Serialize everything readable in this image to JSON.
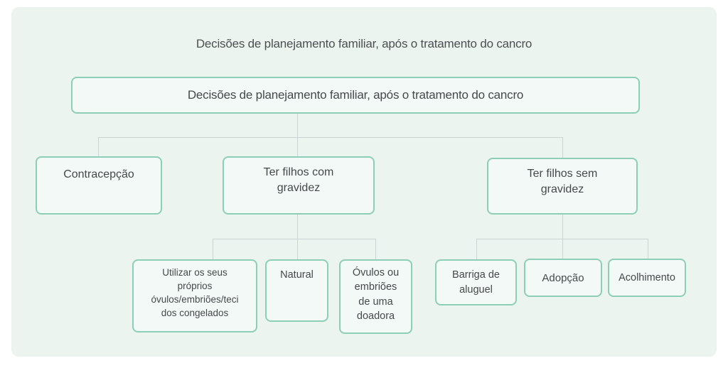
{
  "header": {
    "title": "Decisões de planejamento familiar, após o tratamento do cancro"
  },
  "palette": {
    "panel_bg": "#ecf4f0",
    "node_fill": "#f3f9f6",
    "node_border": "#8cceb6",
    "connector_line": "#cdd3d5",
    "text": "#45494b"
  },
  "tree": {
    "root": {
      "label": "Decisões de planejamento familiar, após o tratamento do cancro"
    },
    "level2": [
      {
        "label": "Contracepção"
      },
      {
        "label": "Ter filhos com\ngravidez"
      },
      {
        "label": "Ter filhos sem\ngravidez"
      }
    ],
    "level3_com": [
      {
        "label": "Utilizar os seus\npróprios\nóvulos/embriões/teci\ndos congelados"
      },
      {
        "label": "Natural"
      },
      {
        "label": "Óvulos ou\nembriões\nde uma\ndoadora"
      }
    ],
    "level3_sem": [
      {
        "label": "Barriga de\naluguel"
      },
      {
        "label": "Adopção"
      },
      {
        "label": "Acolhimento"
      }
    ]
  }
}
